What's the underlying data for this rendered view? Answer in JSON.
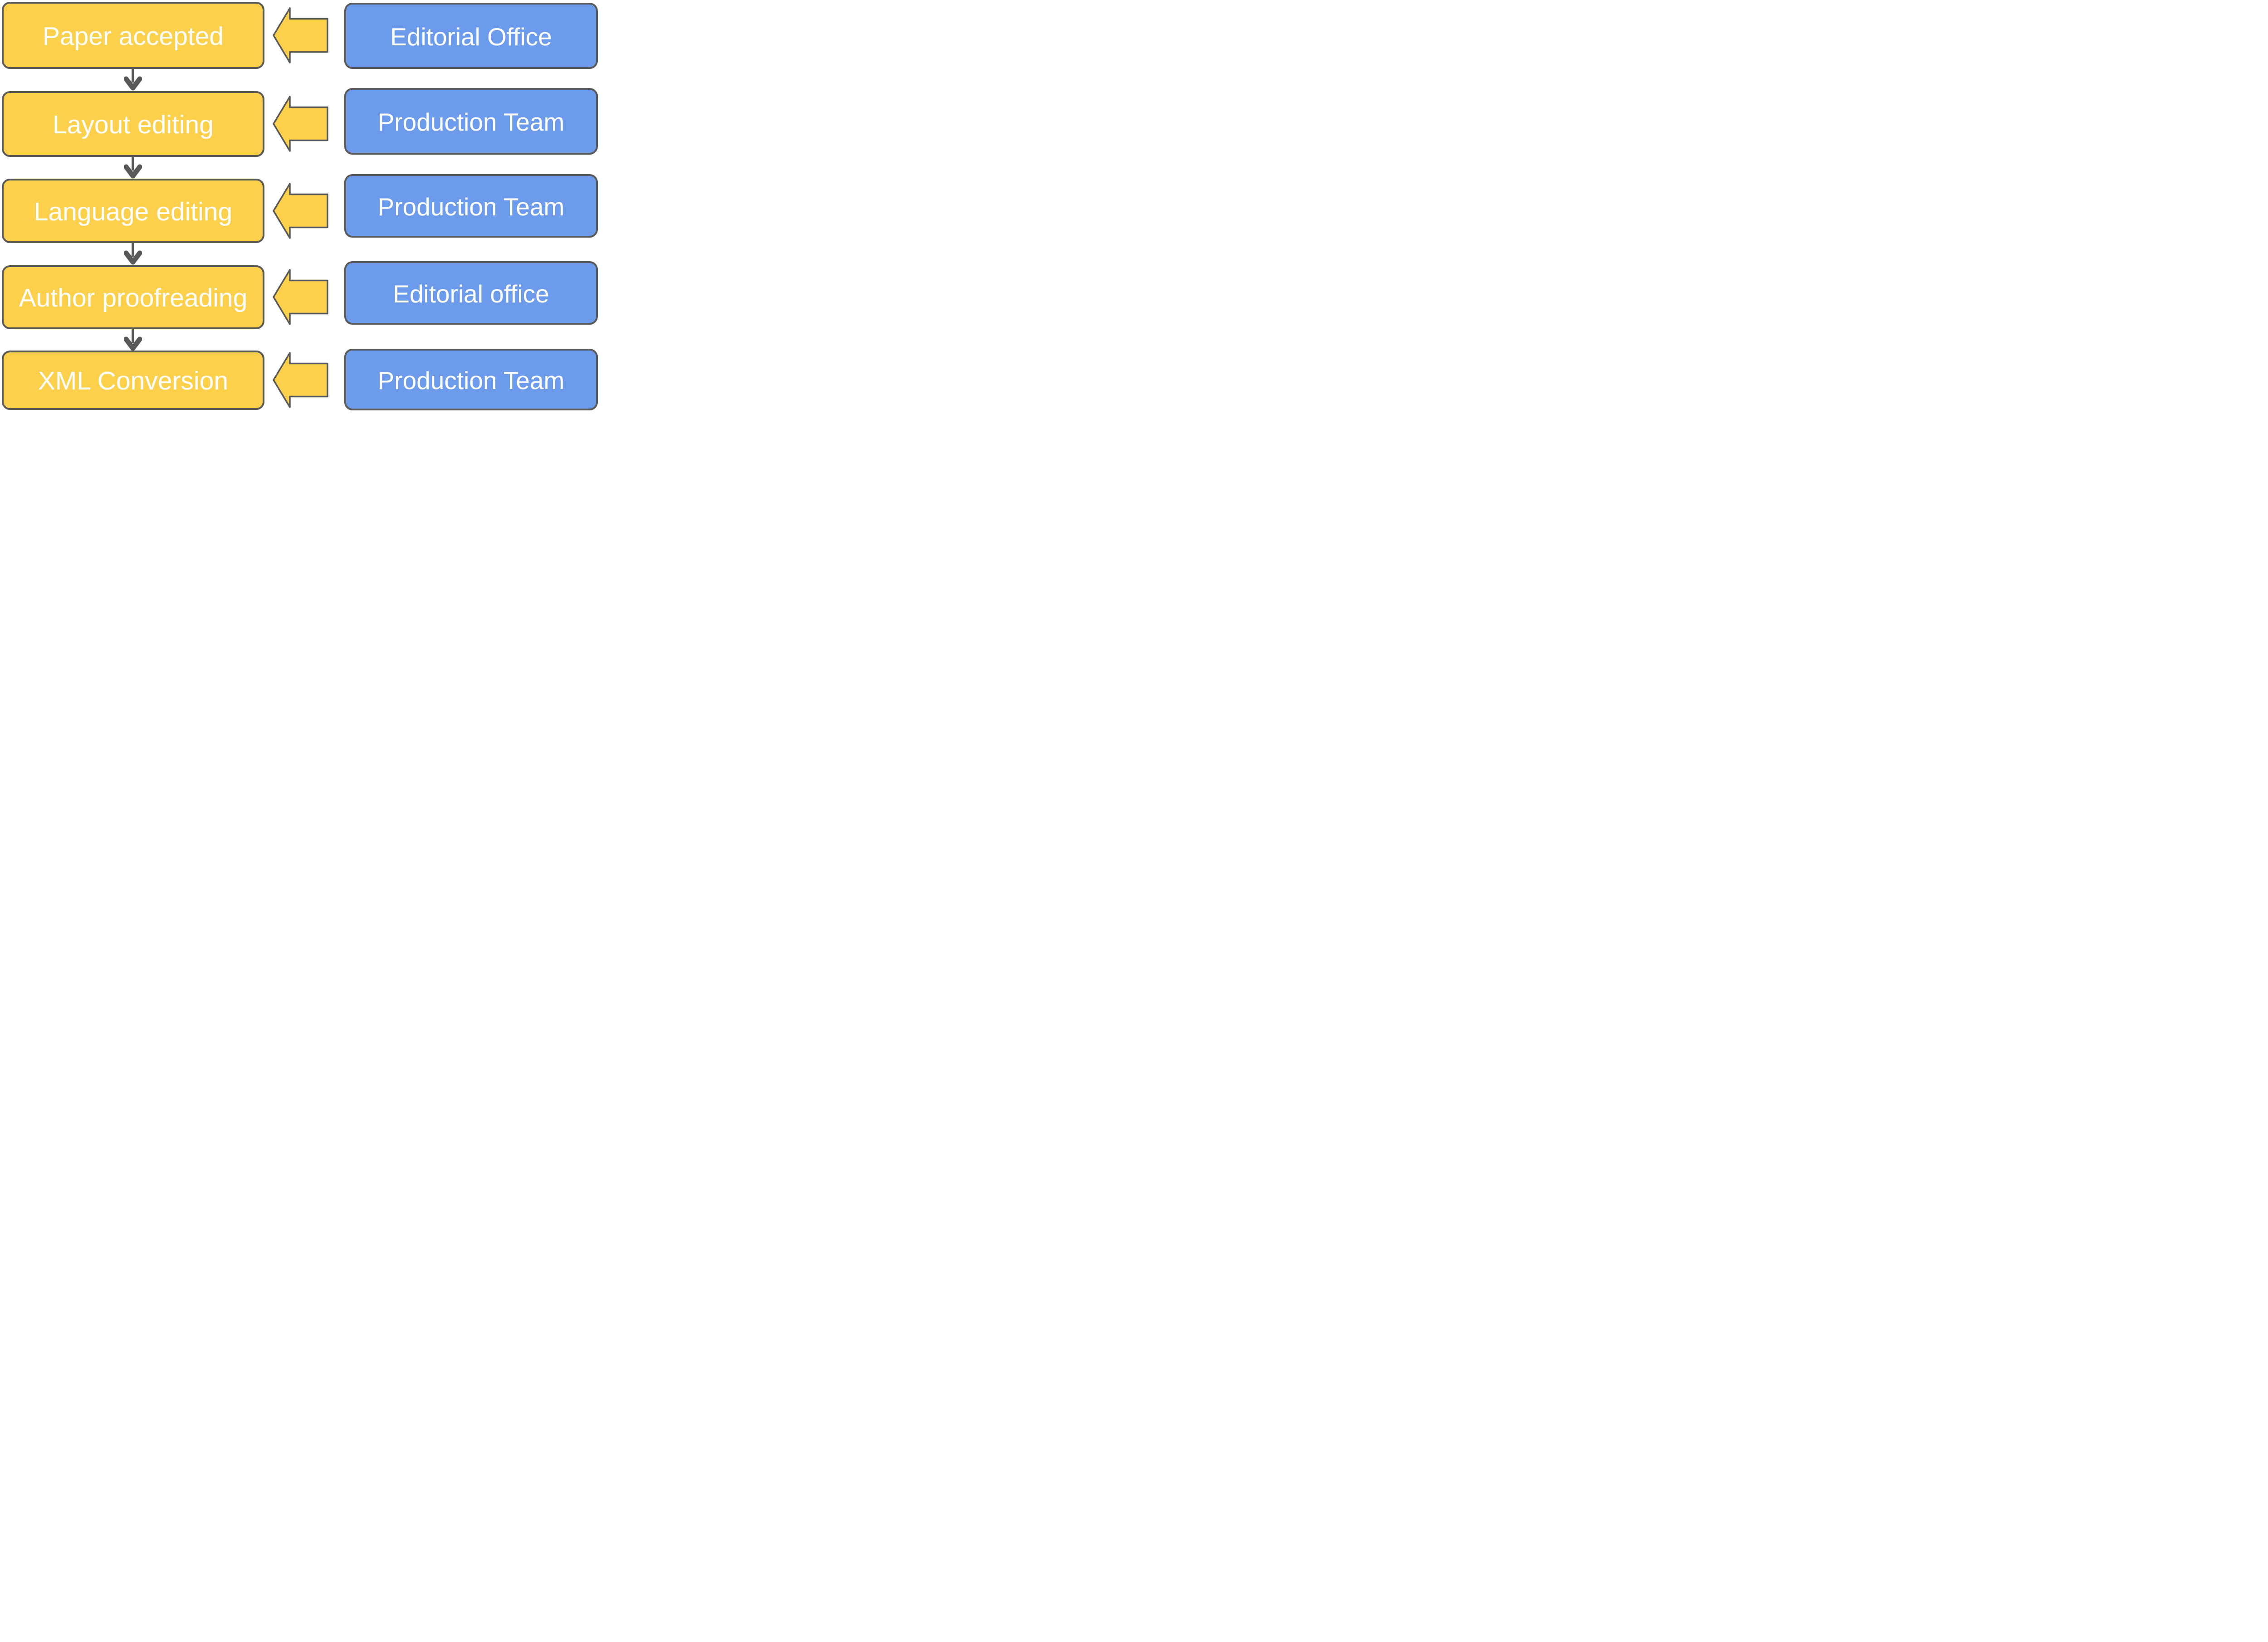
{
  "rows": [
    {
      "step": "Paper accepted",
      "actor": "Editorial Office"
    },
    {
      "step": "Layout editing",
      "actor": "Production Team"
    },
    {
      "step": "Language editing",
      "actor": "Production Team"
    },
    {
      "step": "Author proofreading",
      "actor": "Editorial office"
    },
    {
      "step": "XML Conversion",
      "actor": "Production Team"
    }
  ],
  "colors": {
    "step_fill": "#FDD04B",
    "actor_fill": "#6D9BEB",
    "arrow_fill": "#FDD04B",
    "border": "#595959",
    "flow_arrow": "#595959",
    "text": "#FFFFFF"
  }
}
